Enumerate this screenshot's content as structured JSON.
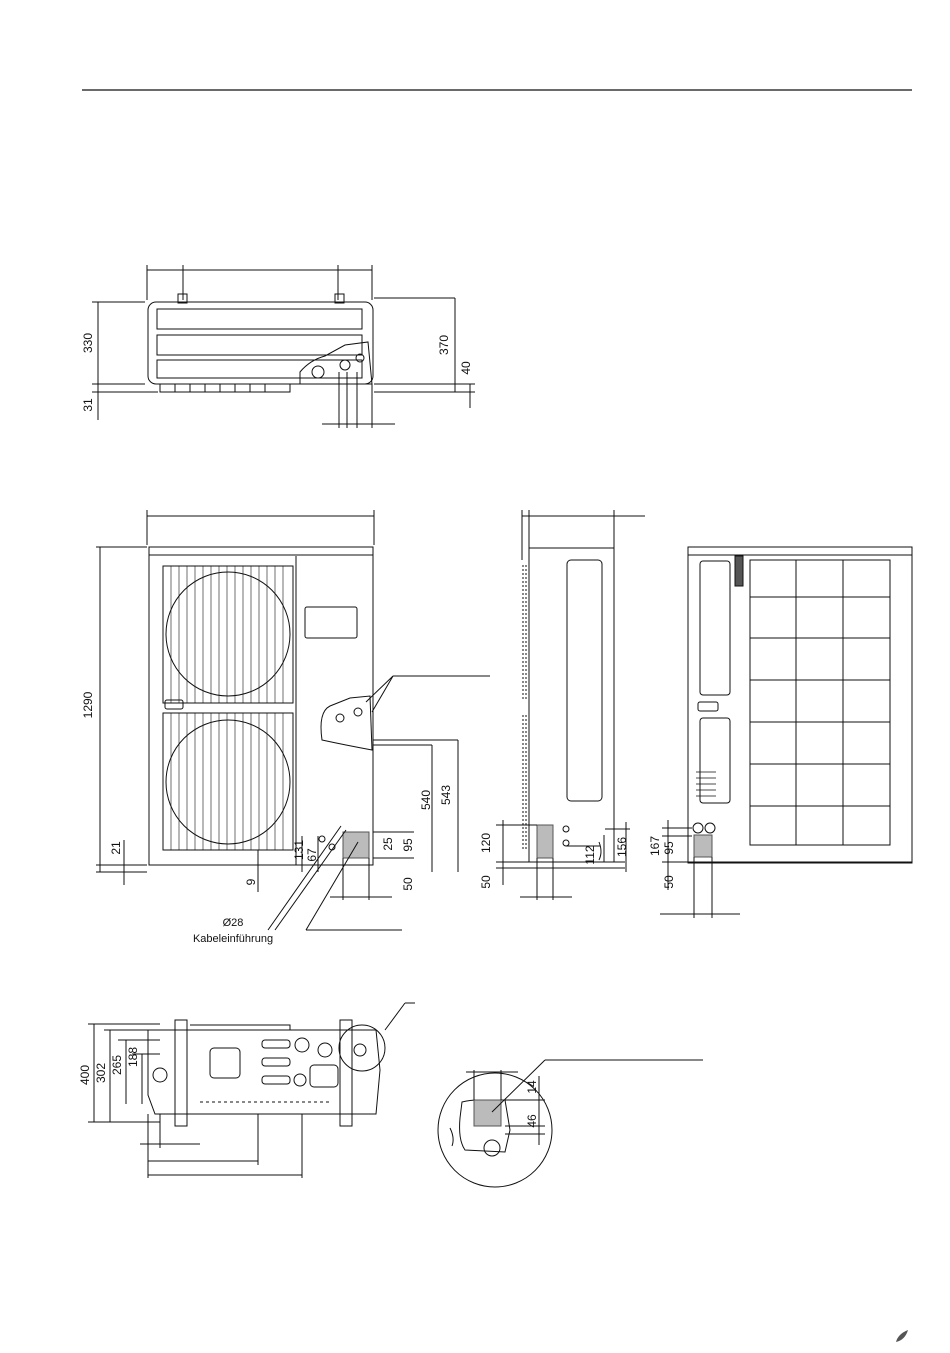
{
  "top_view": {
    "dims": {
      "height_left": "330",
      "offset_left": "31",
      "height_right": "370",
      "offset_right": "40"
    }
  },
  "front_view": {
    "dims": {
      "total_height": "1290",
      "feet": "21",
      "foot_gap": "9",
      "v131": "131",
      "v67": "67",
      "v25": "25",
      "v95": "95",
      "v540": "540",
      "v543": "543",
      "v50": "50"
    },
    "labels": {
      "diameter": "Ø28",
      "cable_entry": "Kabeleinführung"
    }
  },
  "side_view": {
    "dims": {
      "v120": "120",
      "v50": "50",
      "v112": "112",
      "v156": "156"
    }
  },
  "rear_view": {
    "dims": {
      "v167": "167",
      "v95": "95",
      "v50": "50"
    }
  },
  "base_view": {
    "dims": {
      "v400": "400",
      "v302": "302",
      "v265": "265",
      "v188": "188"
    }
  },
  "detail_view": {
    "dims": {
      "v14": "14",
      "v46": "46"
    }
  }
}
